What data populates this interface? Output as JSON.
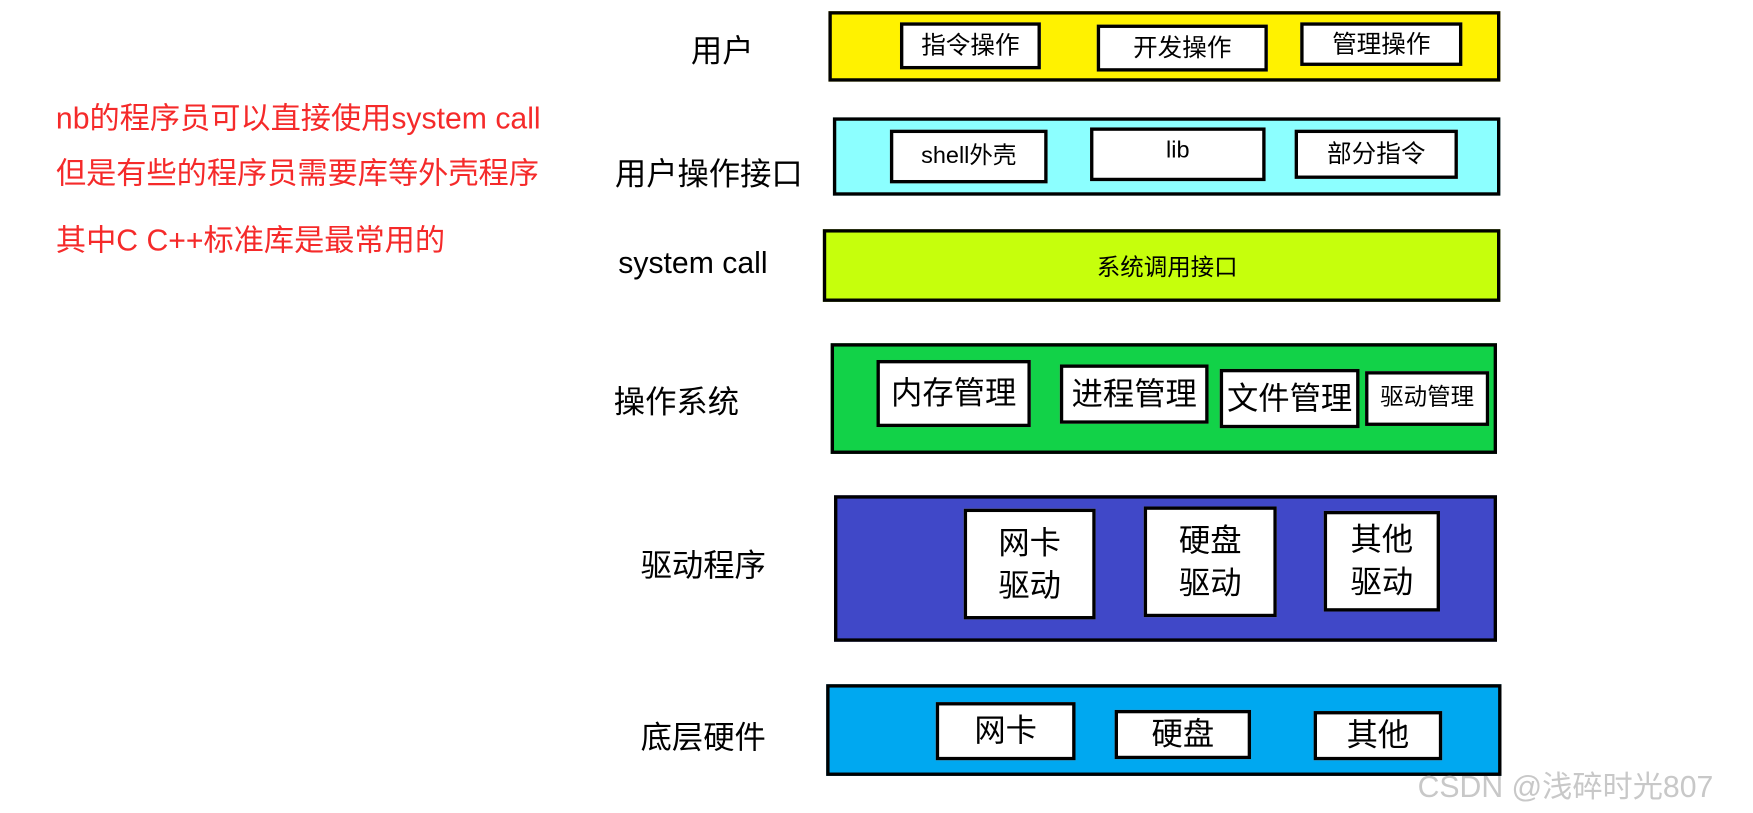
{
  "notes": [
    "nb的程序员可以直接使用system call",
    "但是有些的程序员需要库等外壳程序",
    "其中C C++标准库是最常用的"
  ],
  "layers": {
    "user": {
      "label": "用户",
      "color": "#FFF200",
      "items": [
        "指令操作",
        "开发操作",
        "管理操作"
      ]
    },
    "user_interface": {
      "label": "用户操作接口",
      "color": "#8CFFFF",
      "items": [
        "shell外壳",
        "lib",
        "部分指令"
      ]
    },
    "system_call": {
      "label": "system call",
      "color": "#C6FF0C",
      "content": "系统调用接口"
    },
    "os": {
      "label": "操作系统",
      "color": "#12D248",
      "items": [
        "内存管理",
        "进程管理",
        "文件管理",
        "驱动管理"
      ]
    },
    "drivers": {
      "label": "驱动程序",
      "color": "#4048C8",
      "items": [
        [
          "网卡",
          "驱动"
        ],
        [
          "硬盘",
          "驱动"
        ],
        [
          "其他",
          "驱动"
        ]
      ]
    },
    "hardware": {
      "label": "底层硬件",
      "color": "#00A8F0",
      "items": [
        "网卡",
        "硬盘",
        "其他"
      ]
    }
  },
  "watermark": "CSDN @浅碎时光807"
}
